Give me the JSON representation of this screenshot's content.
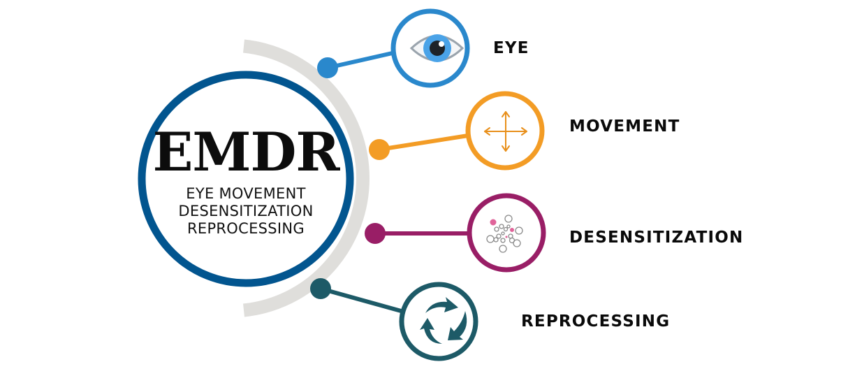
{
  "center": {
    "acronym": "EMDR",
    "expansion_lines": [
      "EYE MOVEMENT",
      "DESENSITIZATION",
      "REPROCESSING"
    ],
    "ring_color": "#02558f"
  },
  "arc_color": "#dfdedb",
  "steps": [
    {
      "id": "eye",
      "label": "EYE",
      "icon": "eye-icon",
      "color": "#2a88cc"
    },
    {
      "id": "movement",
      "label": "MOVEMENT",
      "icon": "four-way-arrows-icon",
      "color": "#f39c25"
    },
    {
      "id": "desensitization",
      "label": "DESENSITIZATION",
      "icon": "scattering-bubbles-icon",
      "color": "#991e66"
    },
    {
      "id": "reprocessing",
      "label": "REPROCESSING",
      "icon": "recycle-arrows-icon",
      "color": "#1d5a67"
    }
  ]
}
